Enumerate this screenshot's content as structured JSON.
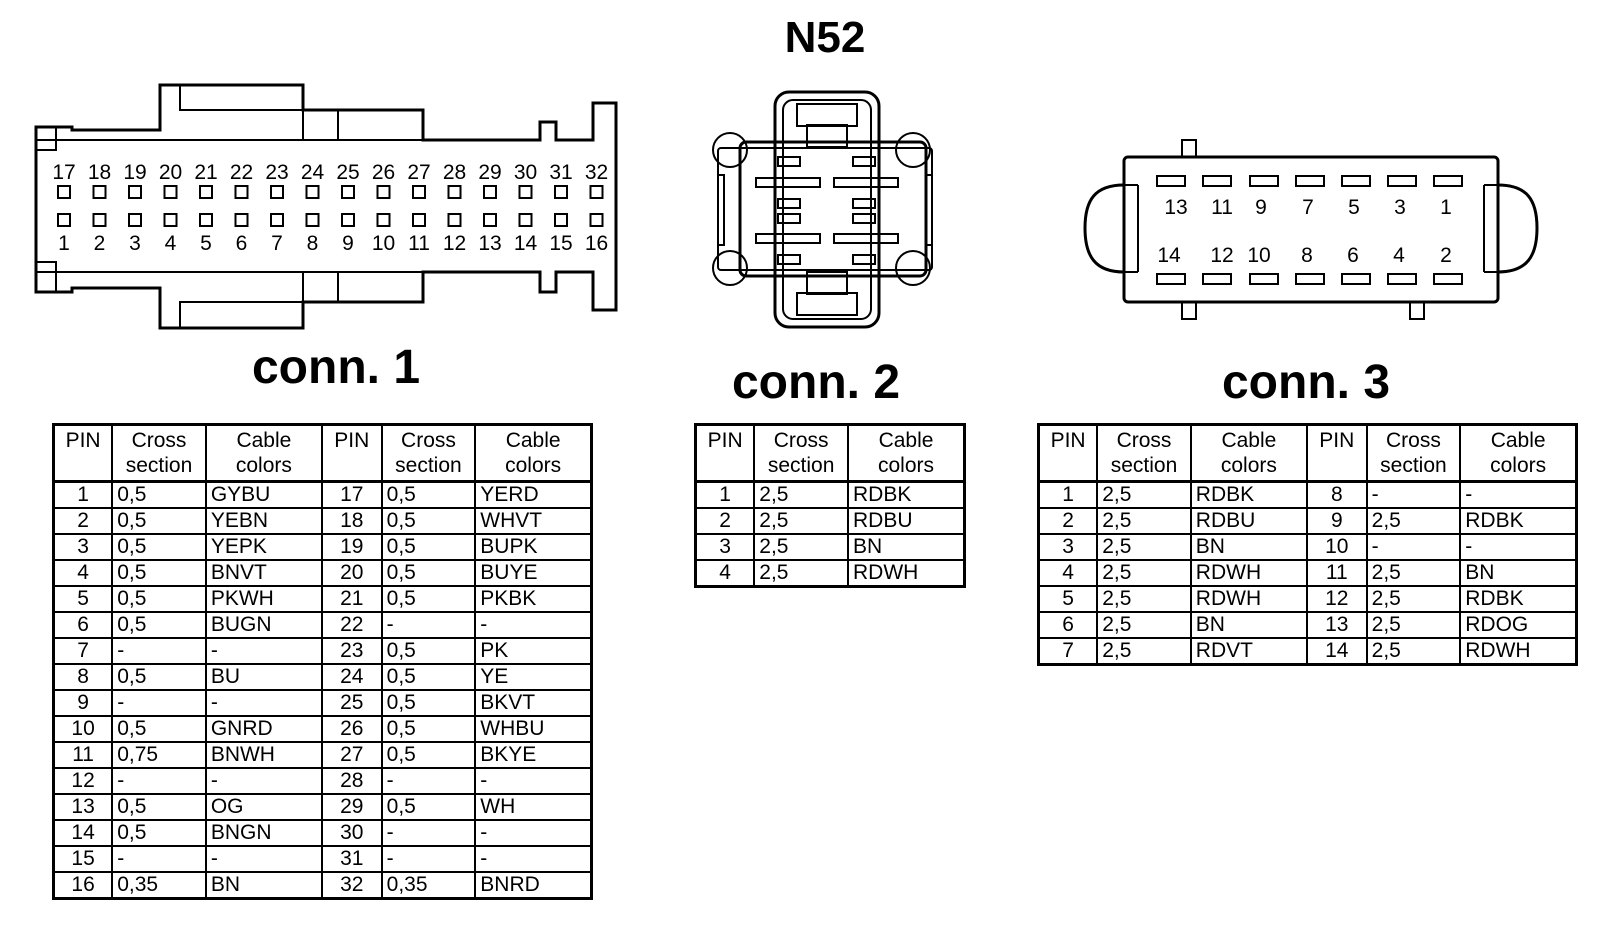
{
  "title": "N52",
  "connectors": [
    {
      "label": "conn. 1",
      "pins_top": [
        "17",
        "18",
        "19",
        "20",
        "21",
        "22",
        "23",
        "24",
        "25",
        "26",
        "27",
        "28",
        "29",
        "30",
        "31",
        "32"
      ],
      "pins_bottom": [
        "1",
        "2",
        "3",
        "4",
        "5",
        "6",
        "7",
        "8",
        "9",
        "10",
        "11",
        "12",
        "13",
        "14",
        "15",
        "16"
      ]
    },
    {
      "label": "conn. 2"
    },
    {
      "label": "conn. 3",
      "pins_top": [
        "13",
        "11",
        "9",
        "7",
        "5",
        "3",
        "1"
      ],
      "pins_bottom": [
        "14",
        "12",
        "10",
        "8",
        "6",
        "4",
        "2"
      ]
    }
  ],
  "headers": {
    "pin": "PIN",
    "cross1": "Cross",
    "cross2": "section",
    "cable1": "Cable",
    "cable2": "colors"
  },
  "table1": [
    [
      "1",
      "0,5",
      "GYBU",
      "17",
      "0,5",
      "YERD"
    ],
    [
      "2",
      "0,5",
      "YEBN",
      "18",
      "0,5",
      "WHVT"
    ],
    [
      "3",
      "0,5",
      "YEPK",
      "19",
      "0,5",
      "BUPK"
    ],
    [
      "4",
      "0,5",
      "BNVT",
      "20",
      "0,5",
      "BUYE"
    ],
    [
      "5",
      "0,5",
      "PKWH",
      "21",
      "0,5",
      "PKBK"
    ],
    [
      "6",
      "0,5",
      "BUGN",
      "22",
      "-",
      "-"
    ],
    [
      "7",
      "-",
      "-",
      "23",
      "0,5",
      "PK"
    ],
    [
      "8",
      "0,5",
      "BU",
      "24",
      "0,5",
      "YE"
    ],
    [
      "9",
      "-",
      "-",
      "25",
      "0,5",
      "BKVT"
    ],
    [
      "10",
      "0,5",
      "GNRD",
      "26",
      "0,5",
      "WHBU"
    ],
    [
      "11",
      "0,75",
      "BNWH",
      "27",
      "0,5",
      "BKYE"
    ],
    [
      "12",
      "-",
      "-",
      "28",
      "-",
      "-"
    ],
    [
      "13",
      "0,5",
      "OG",
      "29",
      "0,5",
      "WH"
    ],
    [
      "14",
      "0,5",
      "BNGN",
      "30",
      "-",
      "-"
    ],
    [
      "15",
      "-",
      "-",
      "31",
      "-",
      "-"
    ],
    [
      "16",
      "0,35",
      "BN",
      "32",
      "0,35",
      "BNRD"
    ]
  ],
  "table2": [
    [
      "1",
      "2,5",
      "RDBK"
    ],
    [
      "2",
      "2,5",
      "RDBU"
    ],
    [
      "3",
      "2,5",
      "BN"
    ],
    [
      "4",
      "2,5",
      "RDWH"
    ]
  ],
  "table3": [
    [
      "1",
      "2,5",
      "RDBK",
      "8",
      "-",
      "-"
    ],
    [
      "2",
      "2,5",
      "RDBU",
      "9",
      "2,5",
      "RDBK"
    ],
    [
      "3",
      "2,5",
      "BN",
      "10",
      "-",
      "-"
    ],
    [
      "4",
      "2,5",
      "RDWH",
      "11",
      "2,5",
      "BN"
    ],
    [
      "5",
      "2,5",
      "RDWH",
      "12",
      "2,5",
      "RDBK"
    ],
    [
      "6",
      "2,5",
      "BN",
      "13",
      "2,5",
      "RDOG"
    ],
    [
      "7",
      "2,5",
      "RDVT",
      "14",
      "2,5",
      "RDWH"
    ]
  ]
}
